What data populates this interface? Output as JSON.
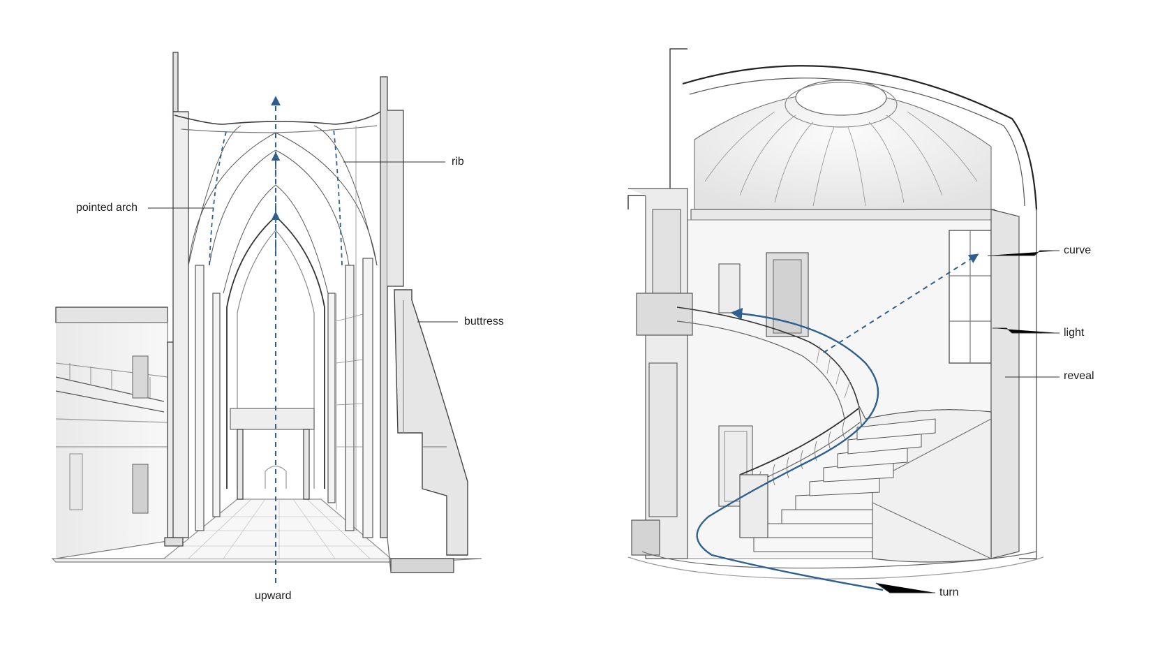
{
  "left_panel": {
    "labels": {
      "rib": "rib",
      "pointed_arch": "pointed arch",
      "buttress": "buttress",
      "upward": "upward"
    }
  },
  "right_panel": {
    "labels": {
      "curve": "curve",
      "light": "light",
      "reveal": "reveal",
      "turn": "turn"
    }
  },
  "colors": {
    "ink": "#3a3a3a",
    "pencil": "#8e8e8e",
    "accent": "#2f5f8f",
    "paper": "#ffffff"
  }
}
